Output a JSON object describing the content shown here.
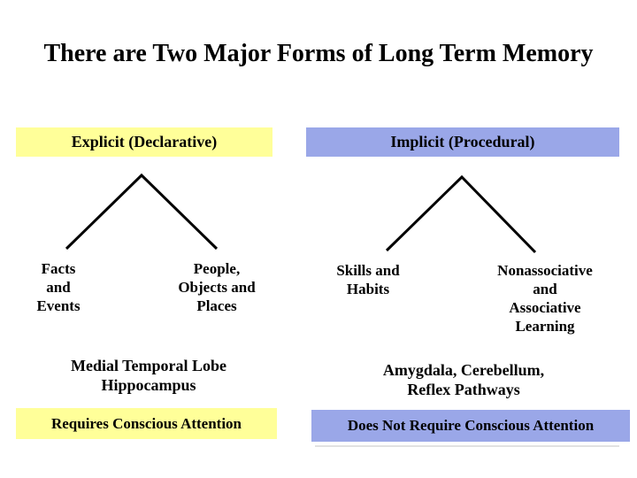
{
  "slide": {
    "title": "There are Two Major Forms of Long Term Memory",
    "colors": {
      "explicit_bg": "#FFFF99",
      "implicit_bg": "#9AA7E8",
      "line": "#000000"
    },
    "explicit": {
      "header": "Explicit (Declarative)",
      "branch_left": "Facts\nand\nEvents",
      "branch_right": "People,\nObjects and\nPlaces",
      "region": "Medial Temporal Lobe\nHippocampus",
      "footer": "Requires Conscious Attention"
    },
    "implicit": {
      "header": "Implicit (Procedural)",
      "branch_left": "Skills and\nHabits",
      "branch_right": "Nonassociative\nand Associative\nLearning",
      "region": "Amygdala, Cerebellum,\nReflex Pathways",
      "footer": "Does Not Require Conscious Attention"
    }
  }
}
